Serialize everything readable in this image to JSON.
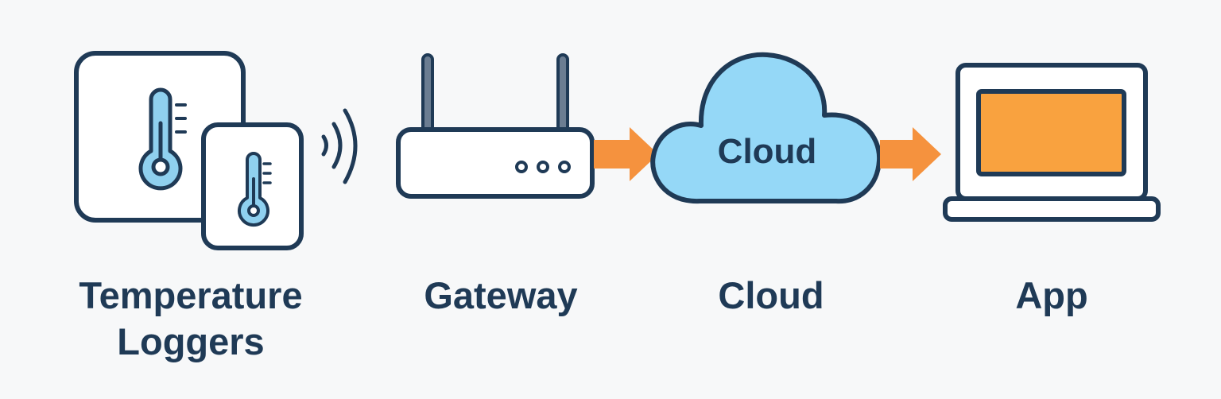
{
  "colors": {
    "outline": "#1f3a56",
    "thermometer_fill": "#8fd0ef",
    "cloud_fill": "#95d8f7",
    "arrow": "#f5923e",
    "screen": "#f9a23f",
    "antenna": "#6b7d92",
    "background": "#f7f8f9"
  },
  "nodes": [
    {
      "id": "loggers",
      "label_line1": "Temperature",
      "label_line2": "Loggers",
      "icon": "thermometer-device-icon"
    },
    {
      "id": "gateway",
      "label": "Gateway",
      "icon": "router-icon"
    },
    {
      "id": "cloud",
      "label": "Cloud",
      "inner_text": "Cloud",
      "icon": "cloud-icon"
    },
    {
      "id": "app",
      "label": "App",
      "icon": "laptop-icon"
    }
  ],
  "connections": [
    {
      "from": "loggers",
      "to": "gateway",
      "style": "wireless-signal"
    },
    {
      "from": "gateway",
      "to": "cloud",
      "style": "arrow"
    },
    {
      "from": "cloud",
      "to": "app",
      "style": "arrow"
    }
  ]
}
